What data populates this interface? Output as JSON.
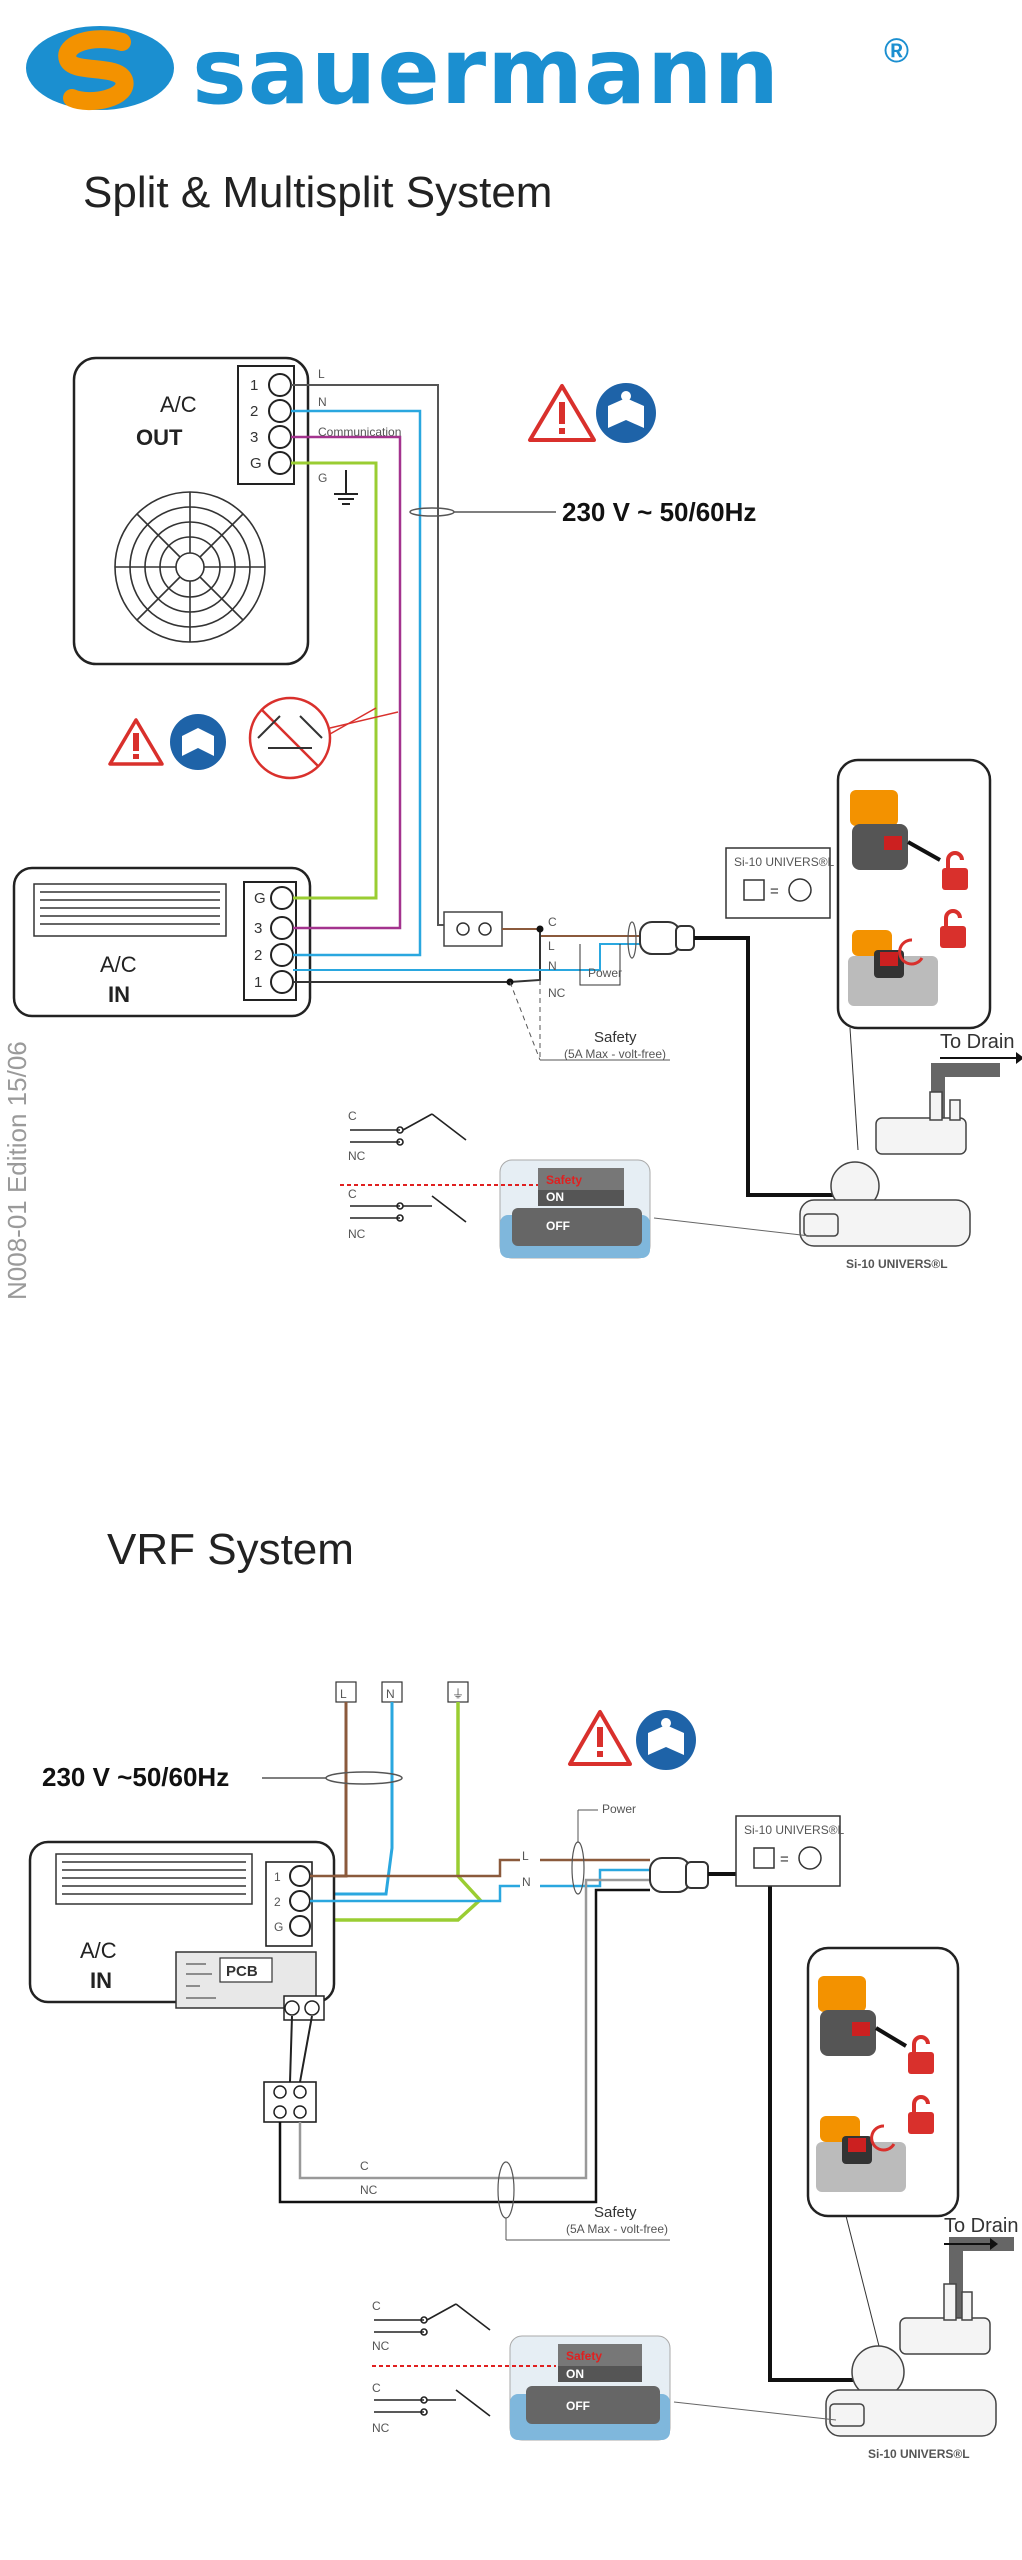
{
  "brand": {
    "name": "sauermann",
    "registered": "®",
    "color": "#1b8fd0",
    "accent": "#f39200"
  },
  "sections": {
    "split": {
      "title": "Split & Multisplit System",
      "ac_out": {
        "label": "A/C",
        "sub": "OUT",
        "terminals": [
          "1",
          "2",
          "3",
          "G"
        ]
      },
      "ac_in": {
        "label": "A/C",
        "sub": "IN",
        "terminals": [
          "G",
          "3",
          "2",
          "1"
        ]
      },
      "wires": {
        "l": "L",
        "n": "N",
        "communication": "Communication",
        "g": "G"
      },
      "voltage": "230 V ~ 50/60Hz",
      "relay": {
        "c": "C",
        "l": "L",
        "n": "N",
        "nc": "NC",
        "power": "Power"
      },
      "safety": "Safety",
      "safety_note": "(5A Max - volt-free)",
      "model_box": "Si-10 UNIVERS®L",
      "to_drain": "To Drain",
      "pump_label": "Si-10 UNIVERS®L",
      "switch": {
        "c1": "C",
        "nc1": "NC",
        "c2": "C",
        "nc2": "NC",
        "safety": "Safety",
        "on": "ON",
        "off": "OFF"
      }
    },
    "vrf": {
      "title": "VRF System",
      "supply": {
        "l": "L",
        "n": "N",
        "earth": "⏚"
      },
      "voltage": "230 V ~50/60Hz",
      "ac_in": {
        "label": "A/C",
        "sub": "IN",
        "terminals": [
          "1",
          "2",
          "G"
        ],
        "pcb": "PCB"
      },
      "wires": {
        "l": "L",
        "n": "N",
        "c": "C",
        "nc": "NC",
        "power": "Power"
      },
      "safety": "Safety",
      "safety_note": "(5A Max - volt-free)",
      "model_box": "Si-10 UNIVERS®L",
      "to_drain": "To Drain",
      "pump_label": "Si-10 UNIVERS®L",
      "switch": {
        "c1": "C",
        "nc1": "NC",
        "c2": "C",
        "nc2": "NC",
        "safety": "Safety",
        "on": "ON",
        "off": "OFF"
      }
    }
  },
  "edition": "N008-01 Edition 15/06",
  "wire_colors": {
    "brown": "#8b5a3c",
    "blue": "#2aa7df",
    "purple": "#a3338e",
    "green": "#9acd32",
    "black": "#111111",
    "grey": "#888888"
  }
}
